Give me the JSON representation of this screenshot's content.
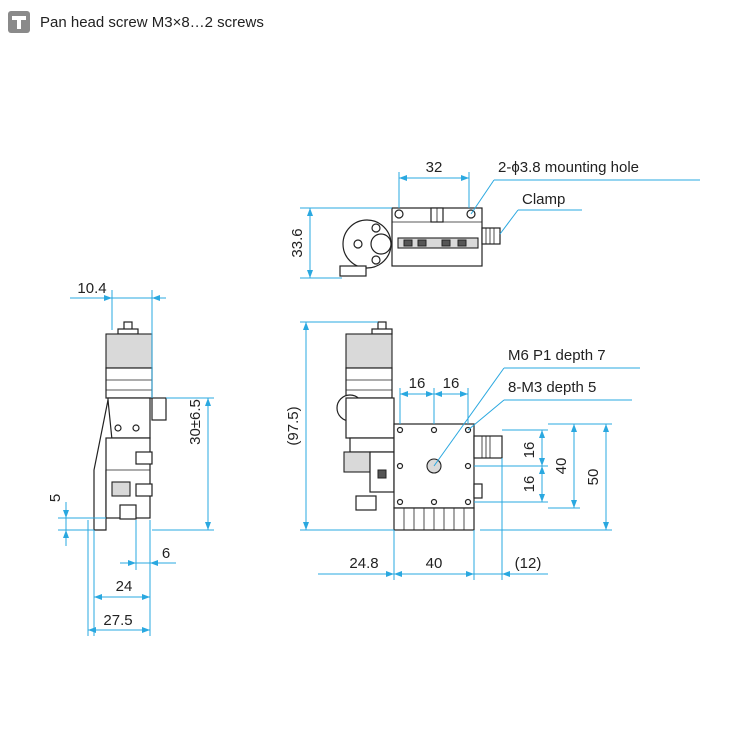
{
  "header": {
    "icon": "screw-icon",
    "text": "Pan head screw M3×8…2 screws"
  },
  "labels": {
    "top_width": "32",
    "top_height": "33.6",
    "mounting_hole": "2-ϕ3.8 mounting hole",
    "clamp": "Clamp",
    "side_width_top": "10.4",
    "side_travel": "30±6.5",
    "side_offset": "5",
    "side_6": "6",
    "side_24": "24",
    "side_27_5": "27.5",
    "front_height": "(97.5)",
    "tap_m6": "M6 P1 depth 7",
    "tap_m3": "8-M3 depth 5",
    "pitch_h1": "16",
    "pitch_h2": "16",
    "pitch_v1": "16",
    "pitch_v2": "16",
    "table_40_v": "40",
    "table_50_v": "50",
    "front_24_8": "24.8",
    "front_40": "40",
    "front_12": "(12)"
  },
  "colors": {
    "dimension": "#2aa8e0",
    "line": "#222222",
    "header_icon": "#8a8a8a"
  }
}
